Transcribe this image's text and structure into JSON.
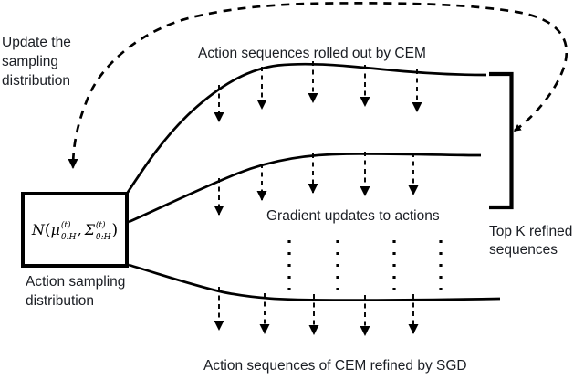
{
  "figure": {
    "labels": {
      "update": "Update the\nsampling\ndistribution",
      "cem": "Action sequences rolled out by CEM",
      "gradient": "Gradient updates to actions",
      "topk": "Top K refined\nsequences",
      "sampling": "Action sampling\ndistribution",
      "sgd": "Action sequences of CEM refined by SGD"
    },
    "box_math": {
      "dist": "N",
      "open": "(",
      "mu": "μ",
      "mu_sup": "(t)",
      "mu_sub": "0:H",
      "comma": ",",
      "sigma": "Σ",
      "sigma_sup": "(t)",
      "sigma_sub": "0:H",
      "close": ")"
    },
    "colors": {
      "ink": "#000000",
      "text": "#1a1d23",
      "background": "#ffffff"
    }
  }
}
